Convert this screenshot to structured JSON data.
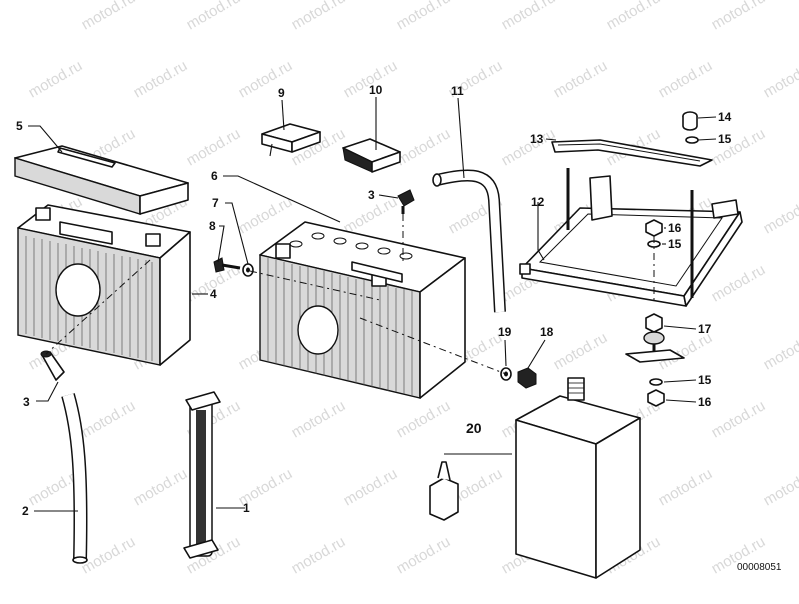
{
  "watermark": {
    "text": "motod.ru"
  },
  "drawing_code": "00008051",
  "callouts": [
    {
      "id": "c1",
      "text": "1"
    },
    {
      "id": "c2",
      "text": "2"
    },
    {
      "id": "c3a",
      "text": "3"
    },
    {
      "id": "c3b",
      "text": "3"
    },
    {
      "id": "c4",
      "text": "4"
    },
    {
      "id": "c5",
      "text": "5"
    },
    {
      "id": "c6",
      "text": "6"
    },
    {
      "id": "c7",
      "text": "7"
    },
    {
      "id": "c8",
      "text": "8"
    },
    {
      "id": "c9",
      "text": "9"
    },
    {
      "id": "c10",
      "text": "10"
    },
    {
      "id": "c11",
      "text": "11"
    },
    {
      "id": "c12",
      "text": "12"
    },
    {
      "id": "c13",
      "text": "13"
    },
    {
      "id": "c14",
      "text": "14"
    },
    {
      "id": "c15a",
      "text": "15"
    },
    {
      "id": "c15b",
      "text": "15"
    },
    {
      "id": "c15c",
      "text": "15"
    },
    {
      "id": "c16a",
      "text": "16"
    },
    {
      "id": "c16b",
      "text": "16"
    },
    {
      "id": "c17",
      "text": "17"
    },
    {
      "id": "c18",
      "text": "18"
    },
    {
      "id": "c19",
      "text": "19"
    },
    {
      "id": "c20",
      "text": "20"
    }
  ]
}
